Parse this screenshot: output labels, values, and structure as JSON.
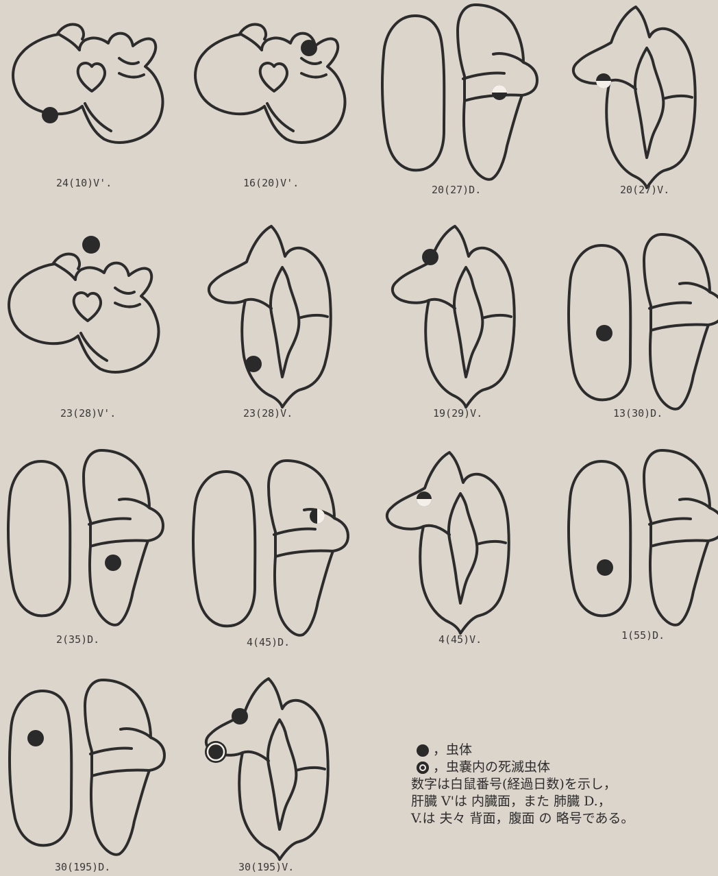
{
  "figure": {
    "panels": [
      {
        "label": "24(10)V'.",
        "view": "liver",
        "markers": [
          {
            "kind": "worm"
          }
        ]
      },
      {
        "label": "16(20)V'.",
        "view": "liver",
        "markers": [
          {
            "kind": "worm"
          }
        ]
      },
      {
        "label": "20(27)D.",
        "view": "lung-dorsal",
        "markers": [
          {
            "kind": "half"
          }
        ]
      },
      {
        "label": "20(27)V.",
        "view": "lung-ventral",
        "markers": [
          {
            "kind": "half"
          }
        ]
      },
      {
        "label": "23(28)V'.",
        "view": "liver",
        "markers": [
          {
            "kind": "worm"
          }
        ]
      },
      {
        "label": "23(28)V.",
        "view": "lung-ventral",
        "markers": [
          {
            "kind": "worm"
          }
        ]
      },
      {
        "label": "19(29)V.",
        "view": "lung-ventral",
        "markers": [
          {
            "kind": "worm"
          }
        ]
      },
      {
        "label": "13(30)D.",
        "view": "lung-dorsal",
        "markers": [
          {
            "kind": "worm"
          }
        ]
      },
      {
        "label": "2(35)D.",
        "view": "lung-dorsal",
        "markers": [
          {
            "kind": "worm"
          }
        ]
      },
      {
        "label": "4(45)D.",
        "view": "lung-dorsal",
        "markers": [
          {
            "kind": "half"
          }
        ]
      },
      {
        "label": "4(45)V.",
        "view": "lung-ventral",
        "markers": [
          {
            "kind": "half"
          }
        ]
      },
      {
        "label": "1(55)D.",
        "view": "lung-dorsal",
        "markers": [
          {
            "kind": "worm"
          }
        ]
      },
      {
        "label": "30(195)D.",
        "view": "lung-dorsal",
        "markers": [
          {
            "kind": "worm"
          }
        ]
      },
      {
        "label": "30(195)V.",
        "view": "lung-ventral",
        "markers": [
          {
            "kind": "worm"
          },
          {
            "kind": "dead"
          }
        ]
      }
    ]
  },
  "legend": {
    "worm_text": "，虫体",
    "dead_text": "，虫嚢内の死滅虫体",
    "note_line1": "数字は白鼠番号(経過日数)を示し，",
    "note_line2": "肝臓 V'は 内臓面，また 肺臓 D.，",
    "note_line3": "V.は 夫々 背面，腹面 の 略号である。"
  }
}
